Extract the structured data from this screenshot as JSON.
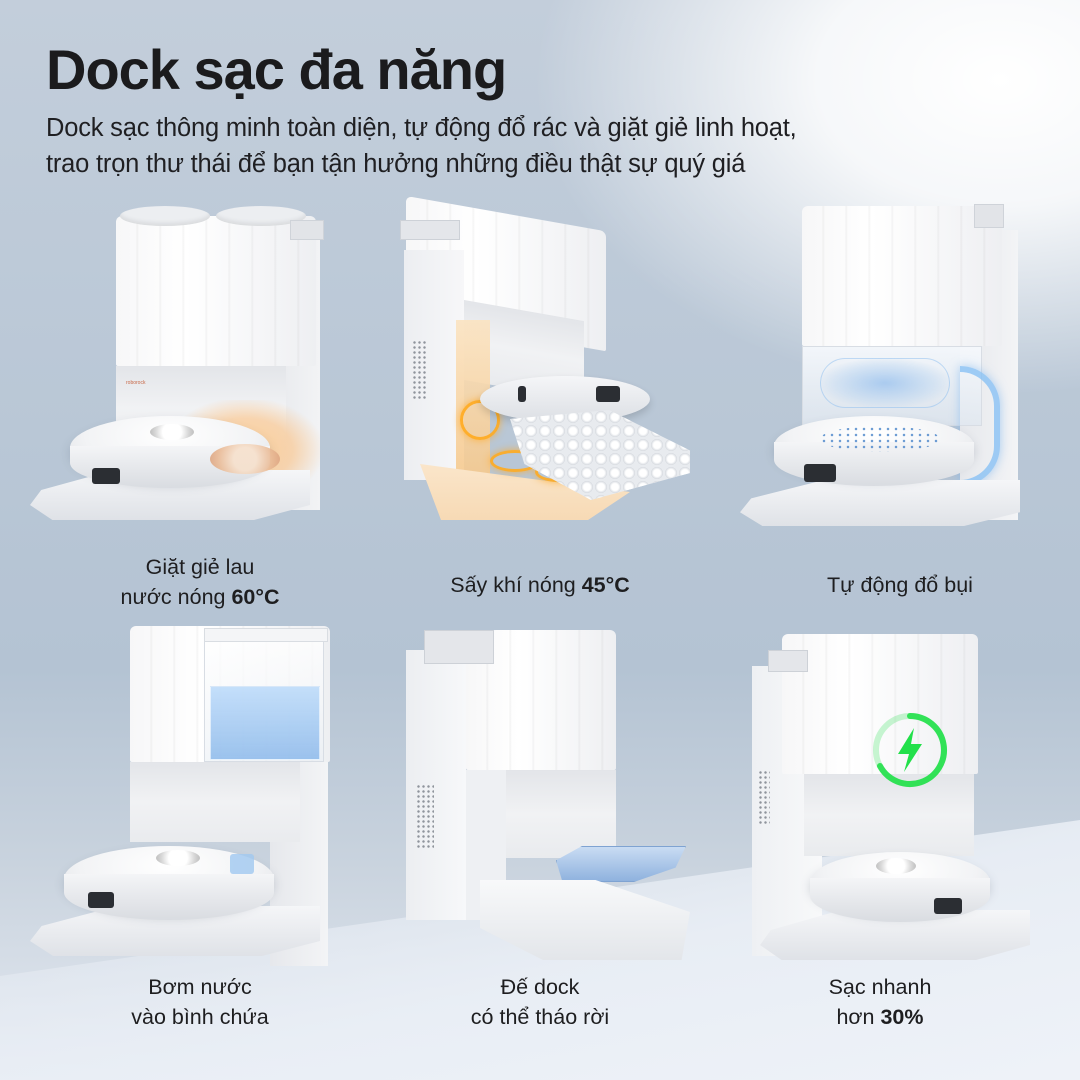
{
  "header": {
    "title": "Dock sạc đa năng",
    "subtitle_lines": [
      "Dock sạc thông minh toàn diện, tự động đổ rác và giặt giẻ linh hoạt,",
      "trao trọn thư thái để bạn tận hưởng những điều thật sự quý giá"
    ]
  },
  "features": [
    {
      "id": "hot-water-mop-wash",
      "image": "dock-washing-mop-icon",
      "caption_lines": [
        "Giặt giẻ lau",
        "nước nóng "
      ],
      "caption_bold": "60°C"
    },
    {
      "id": "hot-air-drying",
      "image": "dock-hot-air-dryer-icon",
      "caption_prefix": "Sấy khí nóng ",
      "caption_bold": "45°C"
    },
    {
      "id": "auto-empty",
      "image": "dock-auto-dust-empty-icon",
      "caption_prefix": "Tự động đổ bụi"
    },
    {
      "id": "water-refill",
      "image": "dock-water-tank-icon",
      "caption_lines": [
        "Bơm nước",
        "vào bình chứa"
      ]
    },
    {
      "id": "removable-base",
      "image": "dock-removable-base-icon",
      "caption_lines": [
        "Đế dock",
        "có thể tháo rời"
      ]
    },
    {
      "id": "fast-charging",
      "image": "dock-fast-charging-icon",
      "caption_lines": [
        "Sạc nhanh",
        "hơn "
      ],
      "caption_bold": "30%"
    }
  ],
  "colors": {
    "title_text": "#1b1b1d",
    "charge_green": "#22e04a",
    "warm_glow": "#ffbe78",
    "water_blue": "#8cb9eb",
    "background_top": "#c3cedb",
    "background_bottom": "#e4e9f1"
  }
}
